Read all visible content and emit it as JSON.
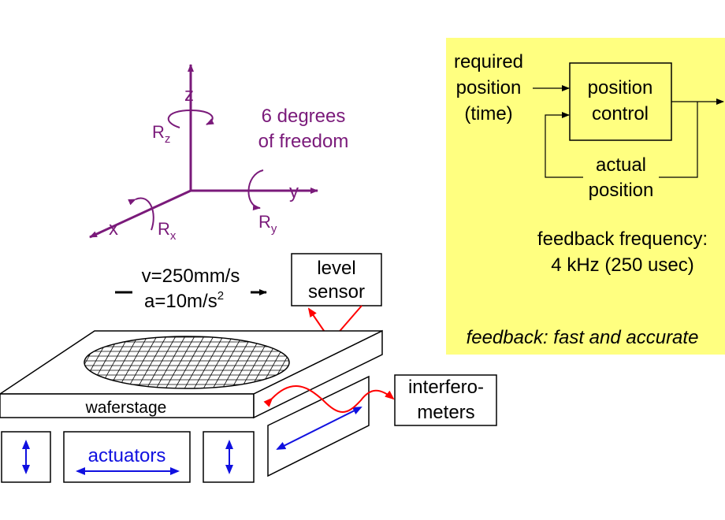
{
  "axes": {
    "z": "z",
    "x": "x",
    "y": "y",
    "rz": "R",
    "rz_sub": "z",
    "rx": "R",
    "rx_sub": "x",
    "ry": "R",
    "ry_sub": "y",
    "dof_line1": "6 degrees",
    "dof_line2": "of freedom"
  },
  "motion": {
    "velocity": "v=250mm/s",
    "acceleration": "a=10m/s",
    "accel_exp": "2"
  },
  "level_sensor": {
    "line1": "level",
    "line2": "sensor"
  },
  "interferometers": {
    "line1": "interfero-",
    "line2": "meters"
  },
  "waferstage": {
    "label": "waferstage"
  },
  "actuators": {
    "label": "actuators"
  },
  "feedback": {
    "required_line1": "required",
    "required_line2": "position",
    "required_line3": "(time)",
    "control_line1": "position",
    "control_line2": "control",
    "actual_line1": "actual",
    "actual_line2": "position",
    "freq_line1": "feedback frequency:",
    "freq_line2": "4 kHz (250 usec)",
    "note": "feedback: fast and accurate"
  },
  "colors": {
    "axes": "#7a1a7a",
    "panel": "#ffff80",
    "signal": "#ff0000",
    "actuator": "#1010e0"
  }
}
